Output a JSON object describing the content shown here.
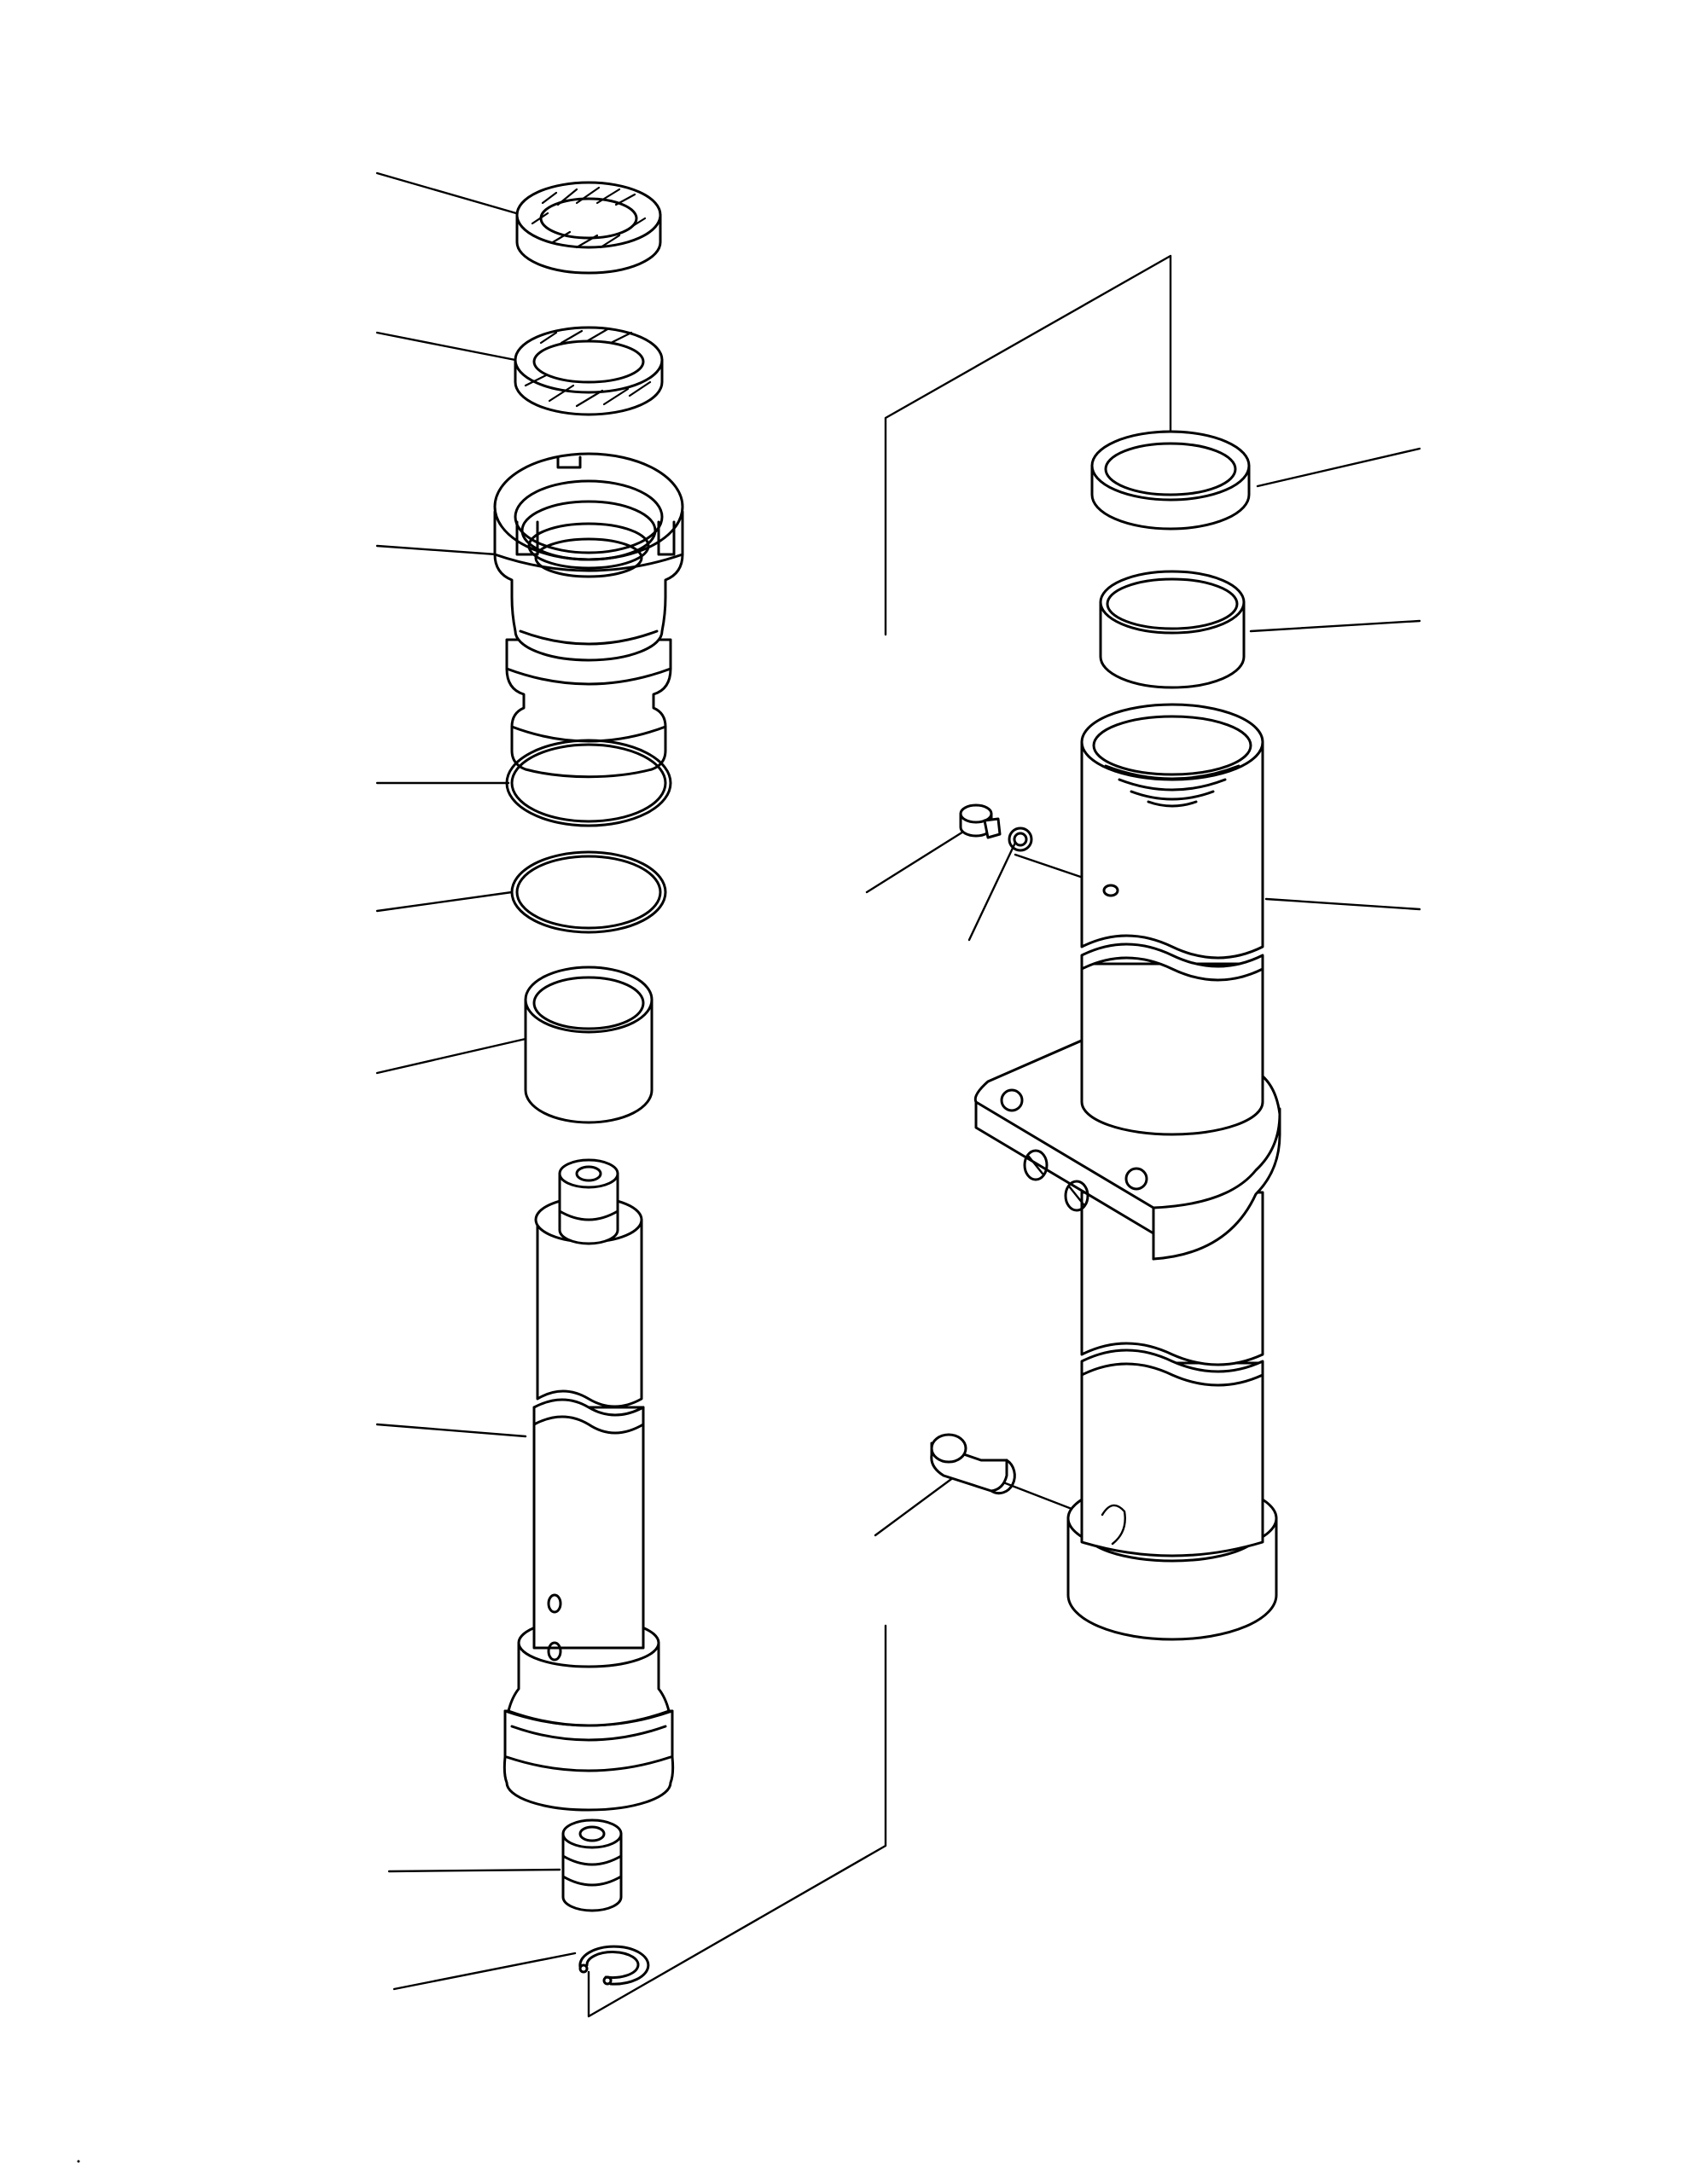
{
  "diagram": {
    "kind": "exploded-parts-view",
    "subject": "hydraulic-cylinder-assembly",
    "colors": {
      "line": "#000000",
      "background": "#ffffff"
    },
    "parts": [
      {
        "id": "rod-packing-seal",
        "group": "rod"
      },
      {
        "id": "wear-ring",
        "group": "rod"
      },
      {
        "id": "cylinder-head",
        "group": "rod"
      },
      {
        "id": "o-ring-large",
        "group": "rod"
      },
      {
        "id": "backup-ring",
        "group": "rod"
      },
      {
        "id": "bushing",
        "group": "rod"
      },
      {
        "id": "piston-rod",
        "group": "rod"
      },
      {
        "id": "spacer-collar",
        "group": "rod"
      },
      {
        "id": "snap-ring",
        "group": "rod"
      },
      {
        "id": "dust-seal-ring",
        "group": "tube"
      },
      {
        "id": "tube-bushing",
        "group": "tube"
      },
      {
        "id": "cylinder-tube",
        "group": "tube"
      },
      {
        "id": "plug-bolt",
        "group": "tube"
      },
      {
        "id": "plug-washer",
        "group": "tube"
      },
      {
        "id": "pin",
        "group": "tube"
      }
    ],
    "callout_count": 14
  }
}
